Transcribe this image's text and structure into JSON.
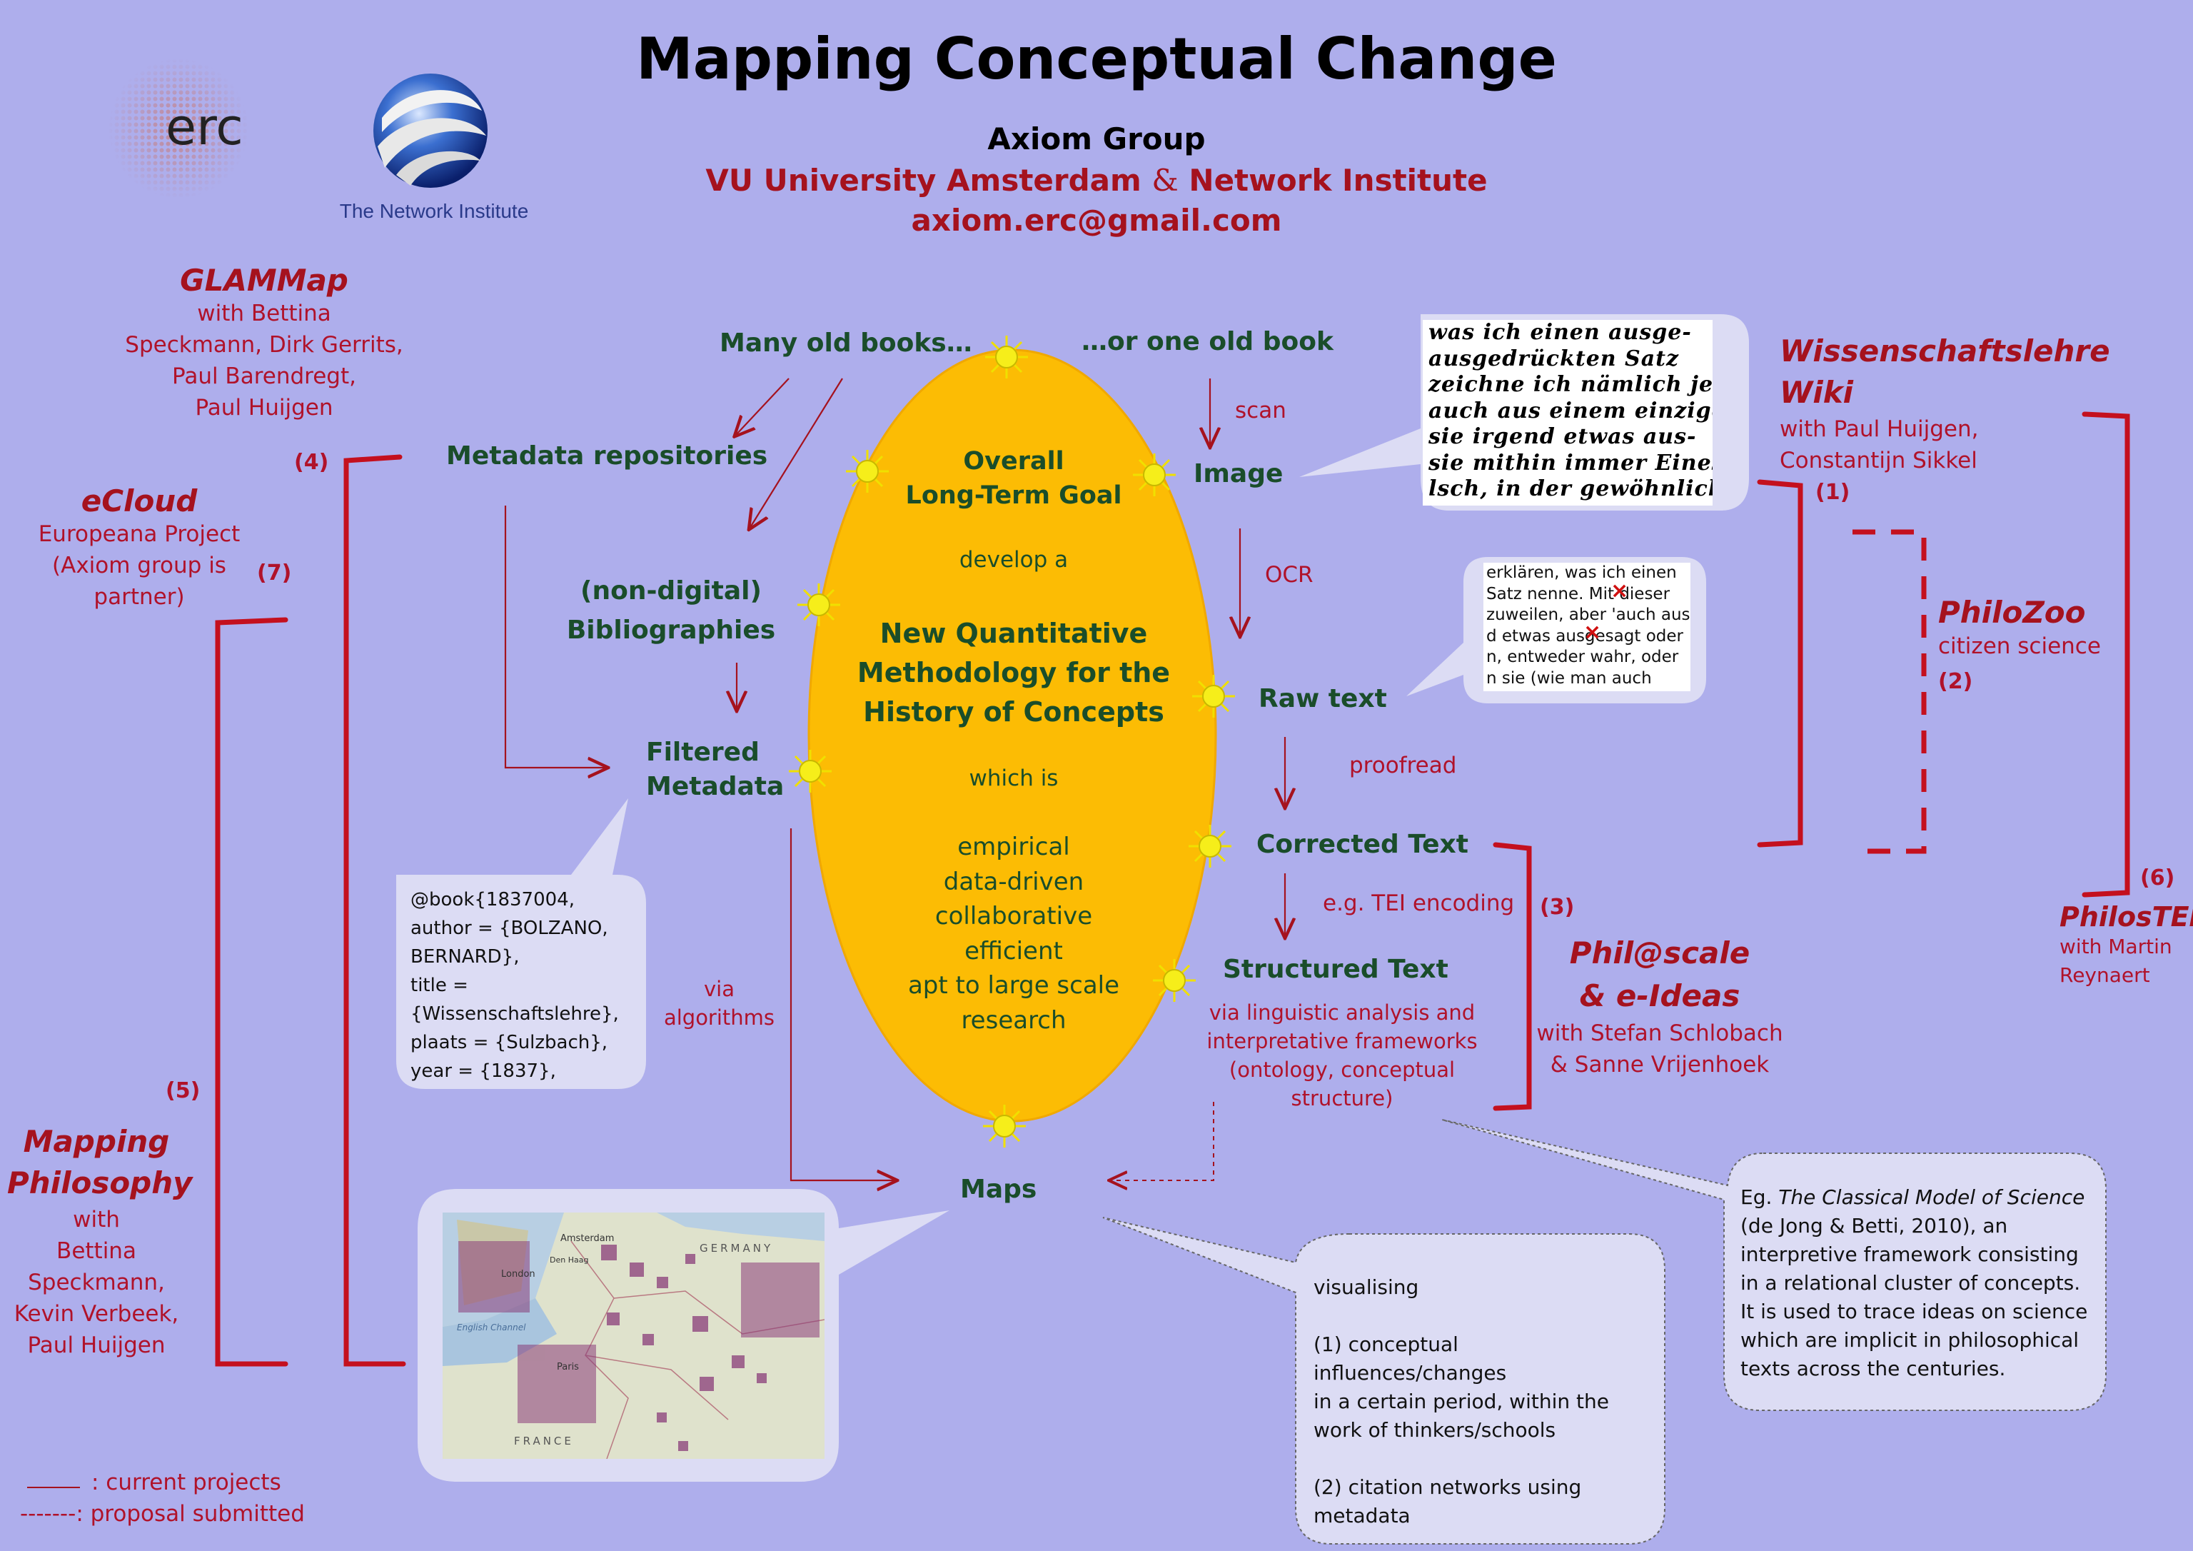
{
  "header": {
    "title": "Mapping Conceptual Change",
    "group": "Axiom Group",
    "institution_1": "VU University Amsterdam",
    "amp": "&",
    "institution_2": "Network Institute",
    "email": "axiom.erc@gmail.com"
  },
  "logos": {
    "erc": "erc",
    "network_institute": "The Network Institute"
  },
  "ellipse": {
    "line1": "Overall",
    "line2": "Long-Term Goal",
    "develop": "develop a",
    "method1": "New Quantitative",
    "method2": "Methodology  for the",
    "method3": "History of Concepts",
    "which": "which is",
    "qualities": [
      "empirical",
      "data-driven",
      "collaborative",
      "efficient",
      "apt to large scale",
      "research"
    ]
  },
  "nodes": {
    "many_books": "Many old books…",
    "one_book": "…or one old book",
    "metadata_repos": "Metadata repositories",
    "bibliographies_1": "(non-digital)",
    "bibliographies_2": "Bibliographies",
    "filtered_1": "Filtered",
    "filtered_2": "Metadata",
    "image": "Image",
    "raw_text": "Raw text",
    "corrected_text": "Corrected Text",
    "structured_text": "Structured Text",
    "structured_sub": [
      "via linguistic analysis and",
      "interpretative frameworks",
      "(ontology, conceptual",
      "structure)"
    ],
    "maps": "Maps"
  },
  "edge_labels": {
    "scan": "scan",
    "ocr": "OCR",
    "proofread": "proofread",
    "tei": "e.g. TEI encoding",
    "via": "via",
    "algorithms": "algorithms"
  },
  "fraktur_lines": [
    "was ich einen ausge-",
    "ausgedrückten Satz",
    "zeichne ich nämlich jede",
    "auch aus einem einzigen",
    "sie irgend etwas aus-",
    "sie mithin immer Eines",
    "lsch, in der gewöhnlichen"
  ],
  "ocr_lines": [
    "erklären, was ich einen",
    "Satz nenne. Mit dieser",
    "zuweilen, aber 'auch aus",
    "d etwas ausgesagt oder",
    "n, entweder wahr, oder",
    "n sie (wie man auch"
  ],
  "bib_lines": [
    "@book{1837004,",
    "author = {BOLZANO,",
    "BERNARD},",
    "title =",
    "{Wissenschaftslehre},",
    "plaats = {Sulzbach},",
    "year = {1837},"
  ],
  "visual_lines": [
    "visualising",
    "",
    "(1) conceptual influences/changes",
    "in a certain period, within the",
    "work of thinkers/schools",
    "",
    "(2) citation networks using",
    "metadata"
  ],
  "classical": {
    "prefix": "Eg. ",
    "title": "The Classical Model of Science",
    "lines": [
      "(de Jong & Betti, 2010), an",
      "interpretive  framework consisting",
      "in  a relational cluster of concepts.",
      "It is used to trace ideas on science",
      "which are implicit in philosophical",
      "texts across the centuries."
    ]
  },
  "projects": {
    "glammap": {
      "name": "GLAMMap",
      "lines": [
        "with Bettina",
        "Speckmann, Dirk Gerrits,",
        "Paul Barendregt,",
        "Paul Huijgen"
      ],
      "num": "(4)"
    },
    "ecloud": {
      "name": "eCloud",
      "lines": [
        "Europeana Project",
        "(Axiom group is",
        "partner)"
      ],
      "num": "(7)"
    },
    "mapping": {
      "name1": "Mapping",
      "name2": "Philosophy",
      "lines": [
        "with",
        "Bettina",
        "Speckmann,",
        "Kevin Verbeek,",
        "Paul Huijgen"
      ],
      "num": "(5)"
    },
    "wiki": {
      "name1": "Wissenschaftslehre",
      "name2": "Wiki",
      "lines": [
        "with Paul Huijgen,",
        "Constantijn Sikkel"
      ],
      "num": "(1)"
    },
    "philozoo": {
      "name": "PhiloZoo",
      "lines": [
        "citizen science"
      ],
      "num": "(2)"
    },
    "philscale": {
      "name1": "Phil@scale",
      "name2": "& e-Ideas",
      "lines": [
        "with Stefan Schlobach",
        "& Sanne Vrijenhoek"
      ],
      "num": "(3)"
    },
    "philostei": {
      "name": "PhilosTEI",
      "lines": [
        "with Martin",
        "Reynaert"
      ],
      "num": "(6)"
    }
  },
  "legend": {
    "current": ": current projects",
    "proposal": ": proposal submitted",
    "dash_sample": "-------"
  },
  "map_labels": [
    "London",
    "Amsterdam",
    "Paris",
    "FRANCE",
    "GERMANY",
    "English Channel",
    "Den Haag"
  ],
  "colors": {
    "background": "#aeaeec",
    "ellipse": "#fcbc04",
    "dark_red": "#b0122a",
    "green": "#1a4d2a",
    "bubble": "#dcdcf4"
  }
}
